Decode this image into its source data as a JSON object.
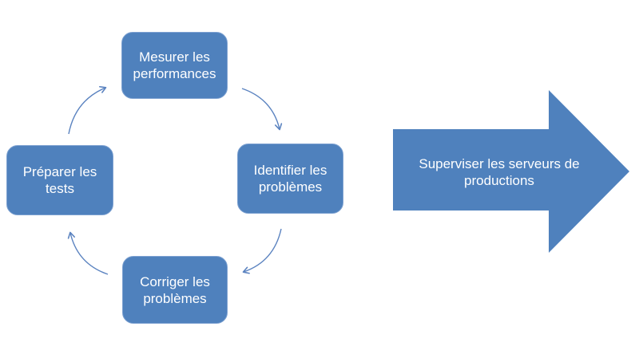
{
  "diagram": {
    "type": "cycle-with-result-arrow",
    "background": "#ffffff",
    "colors": {
      "node_fill": "#4f81bd",
      "node_border": "#7da1d1",
      "connector_stroke": "#5b83c0",
      "block_arrow_fill": "#4f81bd",
      "label_text": "#ffffff"
    },
    "cycle": {
      "direction": "clockwise",
      "nodes": [
        {
          "position": "top",
          "label": "Mesurer les performances"
        },
        {
          "position": "right",
          "label": "Identifier les problèmes"
        },
        {
          "position": "bottom",
          "label": "Corriger les problèmes"
        },
        {
          "position": "left",
          "label": "Préparer les tests"
        }
      ],
      "connections": [
        "Préparer les tests → Mesurer les performances",
        "Mesurer les performances → Identifier les problèmes",
        "Identifier les problèmes → Corriger les problèmes",
        "Corriger les problèmes → Préparer les tests"
      ]
    },
    "action_arrow": {
      "label": "Superviser les serveurs de productions",
      "direction": "right"
    }
  }
}
